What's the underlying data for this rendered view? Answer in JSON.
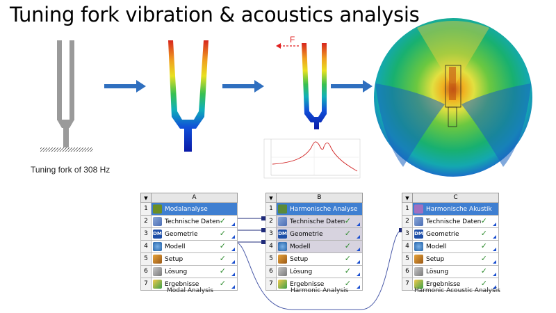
{
  "title": "Tuning fork vibration & acoustics analysis",
  "fork_caption": "Tuning fork of 308 Hz",
  "force_label": "F",
  "colors": {
    "arrow": "#2f6fbf",
    "fork_gray": "#9a9a9a",
    "header_blue": "#3f7fd1",
    "check": "#2e8b2e"
  },
  "systems": [
    {
      "letter": "A",
      "label": "Modal Analysis",
      "rows": [
        {
          "num": "1",
          "name": "Modalanalyse",
          "icon": "modal-analysis-icon",
          "header": true
        },
        {
          "num": "2",
          "name": "Technische Daten",
          "icon": "engineering-data-icon"
        },
        {
          "num": "3",
          "name": "Geometrie",
          "icon": "geometry-icon",
          "icon_text": "DM"
        },
        {
          "num": "4",
          "name": "Modell",
          "icon": "model-icon"
        },
        {
          "num": "5",
          "name": "Setup",
          "icon": "setup-icon"
        },
        {
          "num": "6",
          "name": "Lösung",
          "icon": "solution-icon"
        },
        {
          "num": "7",
          "name": "Ergebnisse",
          "icon": "results-icon"
        }
      ]
    },
    {
      "letter": "B",
      "label": "Harmonic Analysis",
      "rows": [
        {
          "num": "1",
          "name": "Harmonische Analyse",
          "icon": "harmonic-analysis-icon",
          "header": true
        },
        {
          "num": "2",
          "name": "Technische Daten",
          "icon": "engineering-data-icon",
          "gray": true
        },
        {
          "num": "3",
          "name": "Geometrie",
          "icon": "geometry-icon",
          "icon_text": "DM",
          "gray": true
        },
        {
          "num": "4",
          "name": "Modell",
          "icon": "model-icon",
          "gray": true
        },
        {
          "num": "5",
          "name": "Setup",
          "icon": "setup-icon"
        },
        {
          "num": "6",
          "name": "Lösung",
          "icon": "solution-icon"
        },
        {
          "num": "7",
          "name": "Ergebnisse",
          "icon": "results-icon"
        }
      ]
    },
    {
      "letter": "C",
      "label": "Harmonic Acoustic Analysis",
      "rows": [
        {
          "num": "1",
          "name": "Harmonische Akustik",
          "icon": "harmonic-acoustics-icon",
          "header": true
        },
        {
          "num": "2",
          "name": "Technische Daten",
          "icon": "engineering-data-icon"
        },
        {
          "num": "3",
          "name": "Geometrie",
          "icon": "geometry-icon",
          "icon_text": "DM"
        },
        {
          "num": "4",
          "name": "Modell",
          "icon": "model-icon"
        },
        {
          "num": "5",
          "name": "Setup",
          "icon": "setup-icon"
        },
        {
          "num": "6",
          "name": "Lösung",
          "icon": "solution-icon"
        },
        {
          "num": "7",
          "name": "Ergebnisse",
          "icon": "results-icon"
        }
      ]
    }
  ]
}
